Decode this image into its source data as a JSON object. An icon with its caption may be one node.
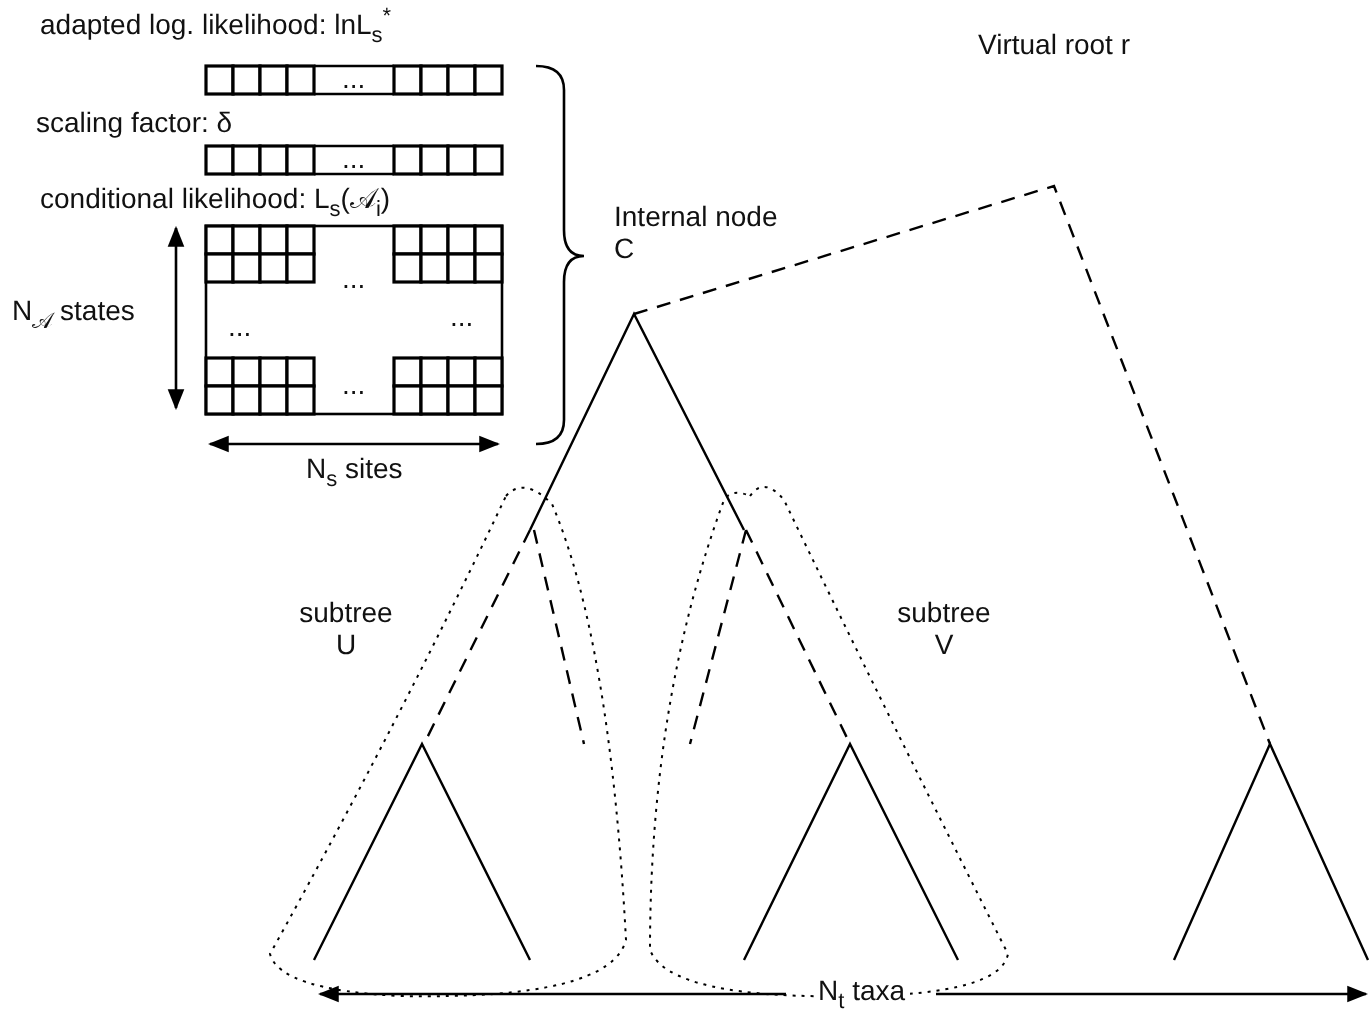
{
  "diagram": {
    "labels": [
      "adapted log. likelihood: lnL$_{s}$$^{*}$",
      "Virtual root r",
      "...",
      "scaling factor: δ",
      "...",
      "conditional likelihood: L$_{s}$(𝒜$_{i}$)",
      "Internal node C",
      "...",
      "N$_{𝒜}$ states",
      "...",
      "...",
      "...",
      "N$_{s}$ sites",
      "subtree U",
      "subtree V",
      "N$_{t}$ taxa"
    ]
  }
}
